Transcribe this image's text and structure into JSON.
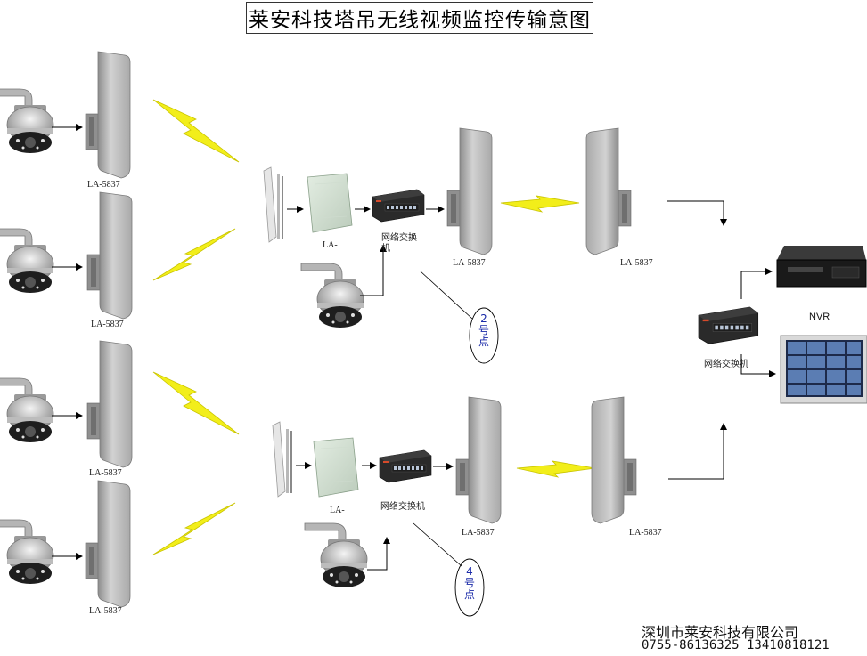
{
  "title": "莱安科技塔吊无线视频监控传输意图",
  "bridge_label": "LA-5837",
  "sector_label": "LA-",
  "sector_label_2": "LA-",
  "switch_label": "网络交换机",
  "switch_label_2": "网络交换机",
  "switch_label_center": "网络交换机",
  "nvr_label": "NVR",
  "point2": {
    "num": "2",
    "c1": "号",
    "c2": "点"
  },
  "point4": {
    "num": "4",
    "c1": "号",
    "c2": "点"
  },
  "company": "深圳市莱安科技有限公司",
  "phones": "0755-86136325 13410818121",
  "colors": {
    "lightning": "#f2ee1a",
    "accent_blue": "#1a2aa8"
  },
  "icons": [
    "ptz-camera-icon",
    "bridge-antenna-icon",
    "panel-antenna-icon",
    "sector-antenna-icon",
    "network-switch-icon",
    "nvr-icon",
    "monitor-icon",
    "lightning-icon"
  ]
}
